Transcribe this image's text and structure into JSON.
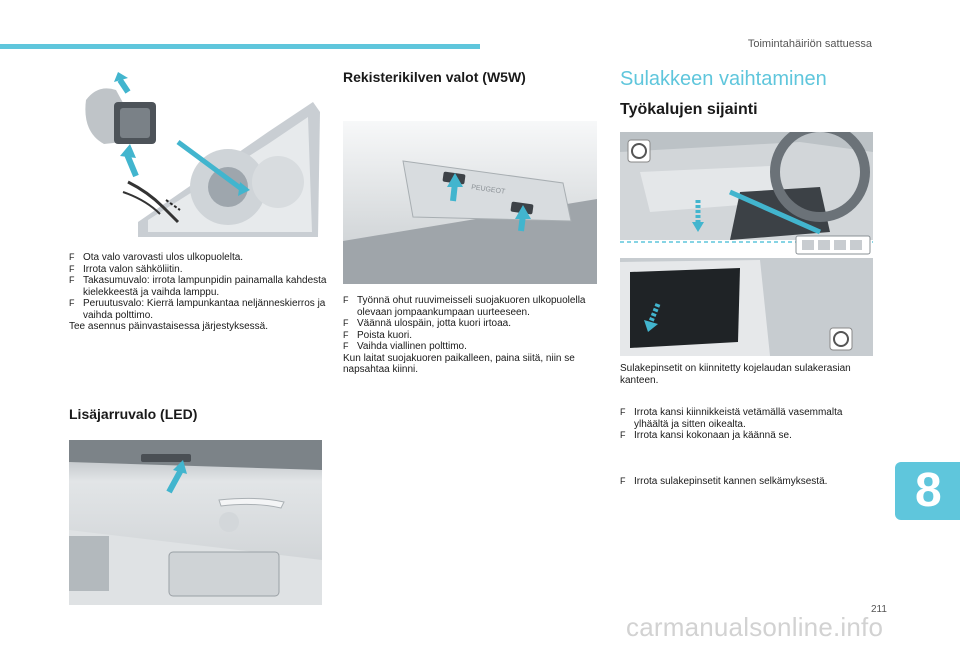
{
  "header": {
    "section": "Toimintahäiriön sattuessa"
  },
  "col1": {
    "bullets": [
      "Ota valo varovasti ulos ulkopuolelta.",
      "Irrota valon sähköliitin.",
      "Takasumuvalo: irrota lampunpidin painamalla kahdesta kielekkeestä ja vaihda lamppu.",
      "Peruutusvalo: Kierrä lampunkantaa neljänneskierros ja vaihda polttimo."
    ],
    "note": "Tee asennus päinvastaisessa järjestyksessä.",
    "heading_led": "Lisäjarruvalo (LED)"
  },
  "col2": {
    "heading": "Rekisterikilven valot (W5W)",
    "bullets": [
      "Työnnä ohut ruuvimeisseli suojakuoren ulkopuolella olevaan jompaankumpaan uurteeseen.",
      "Väännä ulospäin, jotta kuori irtoaa.",
      "Poista kuori.",
      "Vaihda viallinen polttimo."
    ],
    "note": "Kun laitat suojakuoren paikalleen, paina siitä, niin se napsahtaa kiinni.",
    "badge_text": "PEUGEOT"
  },
  "col3": {
    "title": "Sulakkeen vaihtaminen",
    "subtitle": "Työkalujen sijainti",
    "intro": "Sulakepinsetit on kiinnitetty kojelaudan sulakerasian kanteen.",
    "bullets": [
      "Irrota kansi kiinnikkeistä vetämällä vasemmalta ylhäältä ja sitten oikealta.",
      "Irrota kansi kokonaan ja käännä se."
    ],
    "bullets2": [
      "Irrota sulakepinsetit kannen selkämyksestä."
    ]
  },
  "bullet_glyph": "F",
  "chapter": "8",
  "page": "211",
  "watermark": "carmanualsonline.info",
  "colors": {
    "accent": "#5fc6dc",
    "arrow": "#42b5ce"
  }
}
